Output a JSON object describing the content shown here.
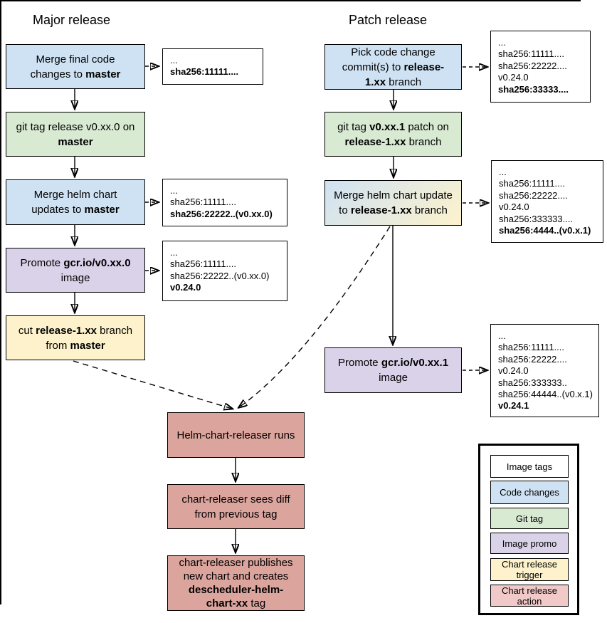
{
  "titles": {
    "major": "Major release",
    "patch": "Patch release"
  },
  "colors": {
    "code_changes": "#cfe2f3",
    "git_tag": "#d9ead3",
    "image_promo": "#d9d2e9",
    "chart_trigger": "#fdf2cc",
    "chart_action": "#dba49d",
    "chart_action_legend": "#f2c9c9",
    "tag_box_bg": "#ffffff",
    "line": "#000000"
  },
  "major": {
    "nodes": {
      "merge_code": [
        {
          "t": "Merge final code changes to "
        },
        {
          "t": "master",
          "b": true
        }
      ],
      "git_tag": [
        {
          "t": "git tag release v0.xx.0 on "
        },
        {
          "t": "master",
          "b": true
        }
      ],
      "merge_helm": [
        {
          "t": "Merge helm chart updates to "
        },
        {
          "t": "master",
          "b": true
        }
      ],
      "promote": [
        {
          "t": "Promote "
        },
        {
          "t": "gcr.io/v0.xx.0",
          "b": true
        },
        {
          "t": " image"
        }
      ],
      "cut_branch": [
        {
          "t": "cut "
        },
        {
          "t": "release-1.xx",
          "b": true
        },
        {
          "t": " branch from "
        },
        {
          "t": "master",
          "b": true
        }
      ]
    },
    "tags": {
      "t1": [
        {
          "t": "..."
        },
        {
          "t": "sha256:11111....",
          "b": true
        }
      ],
      "t2": [
        {
          "t": "..."
        },
        {
          "t": "sha256:11111...."
        },
        {
          "t": "sha256:22222..(v0.xx.0)",
          "b": true
        }
      ],
      "t3": [
        {
          "t": "..."
        },
        {
          "t": "sha256:11111...."
        },
        {
          "t": "sha256:22222..(v0.xx.0)"
        },
        {
          "t": "v0.24.0",
          "b": true
        }
      ]
    }
  },
  "patch": {
    "nodes": {
      "pick_commits": [
        {
          "t": "Pick code change commit(s) to "
        },
        {
          "t": "release-1.xx",
          "b": true
        },
        {
          "t": " branch"
        }
      ],
      "git_tag": [
        {
          "t": "git tag "
        },
        {
          "t": "v0.xx.1",
          "b": true
        },
        {
          "t": " patch on "
        },
        {
          "t": "release-1.xx",
          "b": true
        },
        {
          "t": " branch"
        }
      ],
      "merge_helm": [
        {
          "t": "Merge helm chart update to "
        },
        {
          "t": "release-1.xx",
          "b": true
        },
        {
          "t": " branch"
        }
      ],
      "promote": [
        {
          "t": "Promote "
        },
        {
          "t": "gcr.io/v0.xx.1",
          "b": true
        },
        {
          "t": " image"
        }
      ]
    },
    "tags": {
      "t1": [
        {
          "t": "..."
        },
        {
          "t": "sha256:11111...."
        },
        {
          "t": "sha256:22222...."
        },
        {
          "t": "v0.24.0"
        },
        {
          "t": "sha256:33333....",
          "b": true
        }
      ],
      "t2": [
        {
          "t": "..."
        },
        {
          "t": "sha256:11111...."
        },
        {
          "t": "sha256:22222...."
        },
        {
          "t": "v0.24.0"
        },
        {
          "t": "sha256:333333...."
        },
        {
          "t": "sha256:4444..(v0.x.1)",
          "b": true
        }
      ],
      "t3": [
        {
          "t": "..."
        },
        {
          "t": "sha256:11111...."
        },
        {
          "t": "sha256:22222...."
        },
        {
          "t": "v0.24.0"
        },
        {
          "t": "sha256:333333.."
        },
        {
          "t": "sha256:44444..(v0.x.1)"
        },
        {
          "t": "v0.24.1",
          "b": true
        }
      ]
    }
  },
  "center": {
    "nodes": {
      "runs": [
        {
          "t": "Helm-chart-releaser runs"
        }
      ],
      "sees_diff": [
        {
          "t": "chart-releaser sees diff from previous tag"
        }
      ],
      "publishes": [
        {
          "t": "chart-releaser publishes new chart and creates "
        },
        {
          "t": "descheduler-helm-chart-xx",
          "b": true
        },
        {
          "t": " tag"
        }
      ]
    }
  },
  "legend": {
    "items": [
      {
        "label": "Image tags",
        "color": "#ffffff"
      },
      {
        "label": "Code changes",
        "color": "#cfe2f3"
      },
      {
        "label": "Git tag",
        "color": "#d9ead3"
      },
      {
        "label": "Image promo",
        "color": "#d9d2e9"
      },
      {
        "label": "Chart release trigger",
        "color": "#fdf2cc"
      },
      {
        "label": "Chart release action",
        "color": "#f2c9c9"
      }
    ]
  }
}
